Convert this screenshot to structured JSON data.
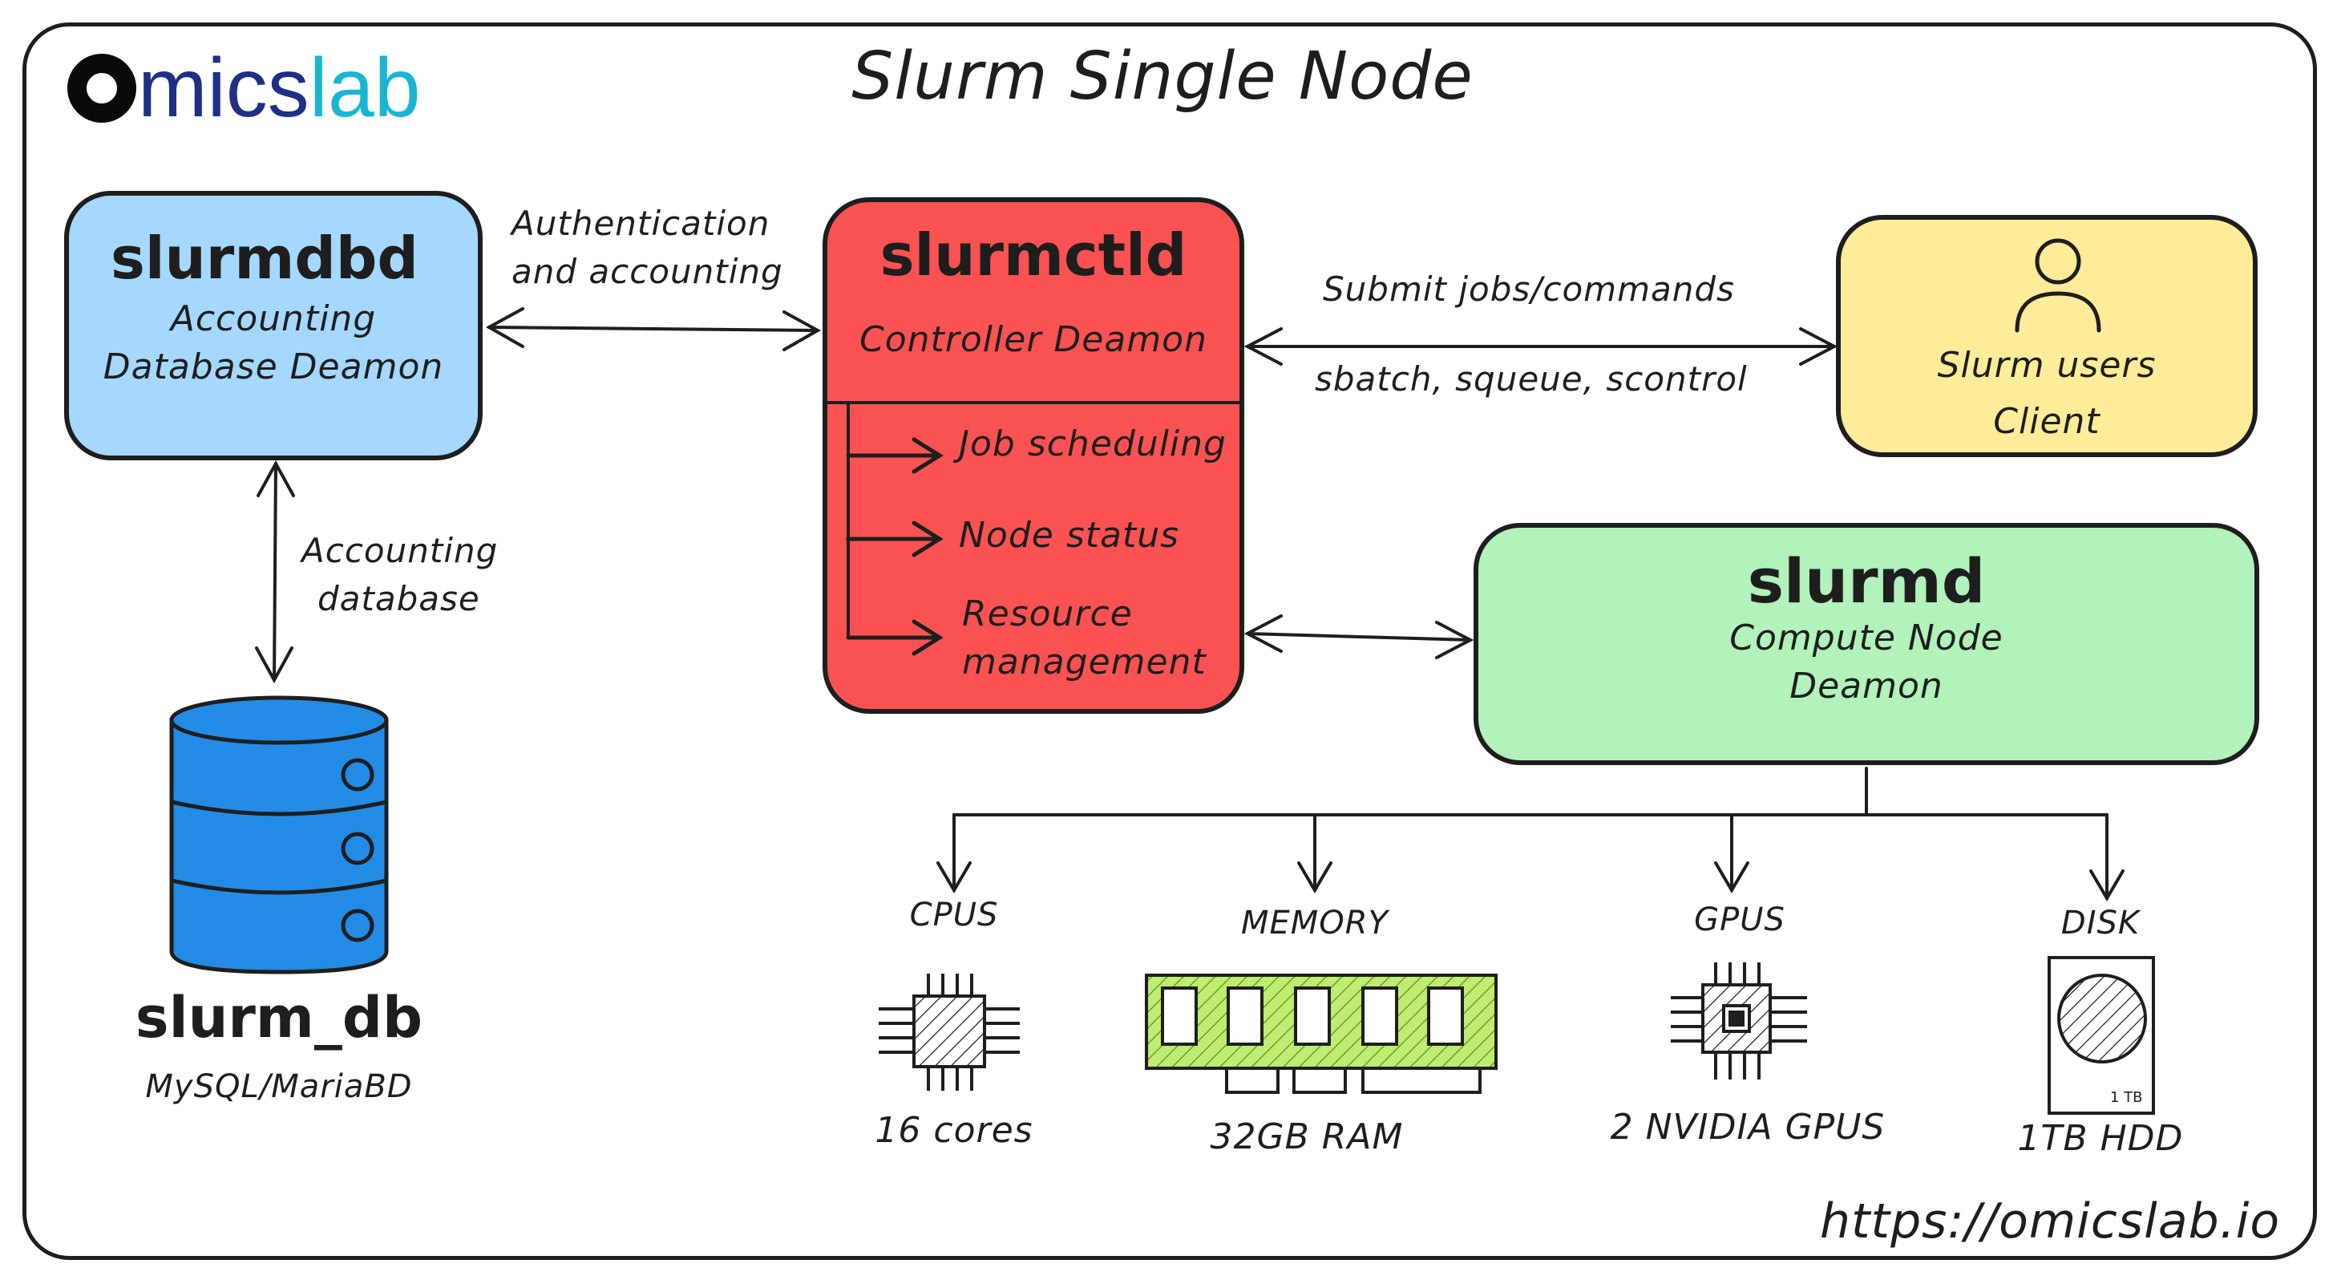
{
  "diagram": {
    "title": "Slurm Single Node",
    "logo": {
      "prefix": "O",
      "mics": "mics",
      "lab": "lab"
    },
    "url": "https://omicslab.io",
    "colors": {
      "slurmdbd": "#a5d8ff",
      "slurmctld": "#fa5252",
      "client": "#ffec99",
      "slurmd": "#b2f2bb",
      "database": "#228be6",
      "memory_fill": "#c0eb75",
      "logo_dark": "#1f2f86",
      "logo_light": "#19b6d4"
    },
    "slurmdbd": {
      "title": "slurmdbd",
      "line1": "Accounting",
      "line2": "Database Deamon"
    },
    "slurmctld": {
      "title": "slurmctld",
      "subtitle": "Controller Deamon",
      "items": [
        "Job scheduling",
        "Node status",
        "Resource",
        "management"
      ]
    },
    "client": {
      "line1": "Slurm users",
      "line2": "Client",
      "icon": "user-icon"
    },
    "slurmd": {
      "title": "slurmd",
      "line1": "Compute Node",
      "line2": "Deamon"
    },
    "database": {
      "title": "slurm_db",
      "subtitle": "MySQL/MariaBD",
      "icon": "database-icon"
    },
    "edges": {
      "auth_line1": "Authentication",
      "auth_line2": "and accounting",
      "submit": "Submit jobs/commands",
      "commands": "sbatch, squeue, scontrol",
      "acct_line1": "Accounting",
      "acct_line2": "database"
    },
    "resources": {
      "cpus": {
        "label": "CPUS",
        "value": "16 cores",
        "icon": "cpu-icon"
      },
      "memory": {
        "label": "MEMORY",
        "value": "32GB RAM",
        "icon": "ram-stick-icon"
      },
      "gpus": {
        "label": "GPUS",
        "value": "2 NVIDIA GPUS",
        "icon": "gpu-chip-icon"
      },
      "disk": {
        "label": "DISK",
        "value": "1TB HDD",
        "badge": "1 TB",
        "icon": "hard-disk-icon"
      }
    }
  }
}
